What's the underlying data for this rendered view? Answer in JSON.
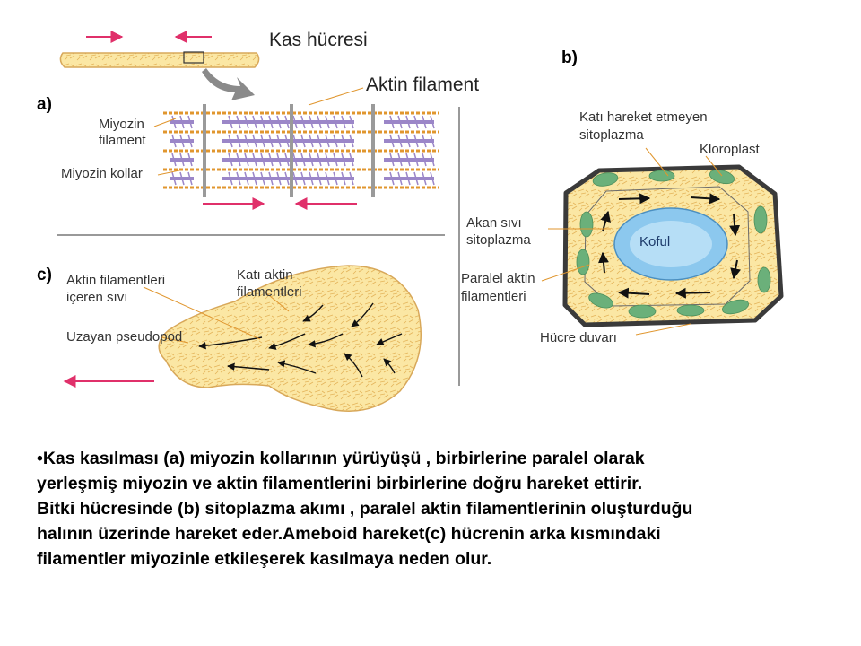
{
  "panel_a": {
    "tag": "a)",
    "label_kas_hucresi": "Kas hücresi",
    "label_aktin": "Aktin filament",
    "label_miyozin_line1": "Miyozin",
    "label_miyozin_line2": "filament",
    "label_kollar": "Miyozin kollar"
  },
  "panel_b": {
    "tag": "b)",
    "label_kati_line1": "Katı hareket etmeyen",
    "label_kati_line2": "sitoplazma",
    "label_kloroplast": "Kloroplast",
    "label_akan_line1": "Akan sıvı",
    "label_akan_line2": "sitoplazma",
    "label_koful": "Koful",
    "label_paralel_line1": "Paralel aktin",
    "label_paralel_line2": "filamentleri",
    "label_duvar": "Hücre duvarı"
  },
  "panel_c": {
    "tag": "c)",
    "label_sivi_line1": "Aktin filamentleri",
    "label_sivi_line2": "içeren sıvı",
    "label_kati_line1": "Katı aktin",
    "label_kati_line2": "filamentleri",
    "label_pseudopod": "Uzayan  pseudopod"
  },
  "caption": [
    "•Kas kasılması (a) miyozin kollarının yürüyüşü , birbirlerine paralel olarak",
    " yerleşmiş miyozin ve aktin filamentlerini birbirlerine doğru hareket ettirir.",
    " Bitki hücresinde (b) sitoplazma akımı , paralel aktin filamentlerinin oluşturduğu",
    " halının üzerinde hareket eder.Ameboid hareket(c) hücrenin arka kısmındaki",
    " filamentler miyozinle etkileşerek kasılmaya  neden olur."
  ],
  "colors": {
    "actin": "#e0962e",
    "myosin": "#9b86c8",
    "z_line": "#9a9a9a",
    "arrow": "#e0306a",
    "cell_fill": "#fbe7a4",
    "chloroplast": "#6bb07a",
    "vacuole": "#8cc8ee",
    "wall": "#3a3a3a"
  }
}
